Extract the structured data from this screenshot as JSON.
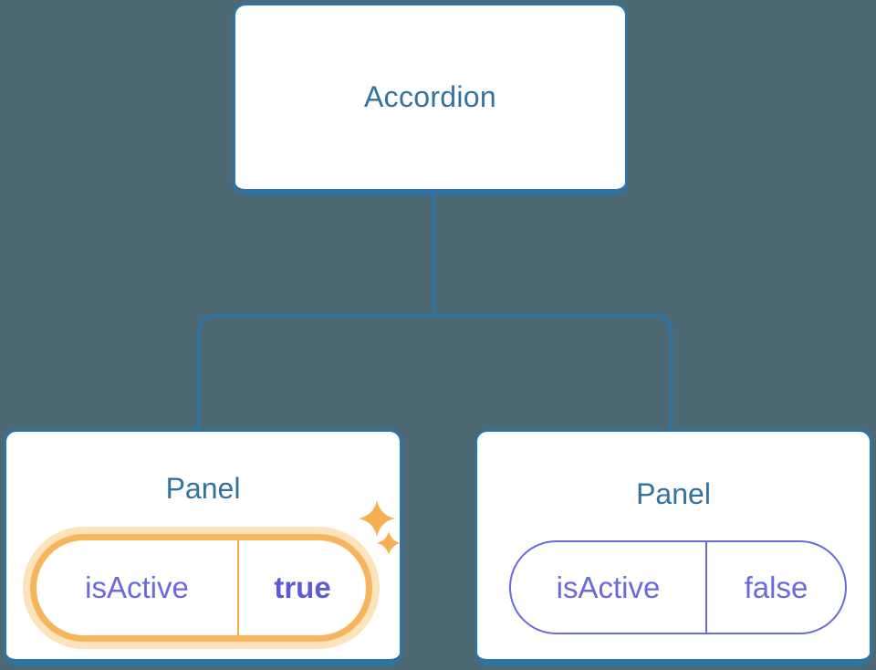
{
  "diagram": {
    "root": {
      "label": "Accordion"
    },
    "panels": [
      {
        "title": "Panel",
        "state_key": "isActive",
        "state_value": "true",
        "active": true
      },
      {
        "title": "Panel",
        "state_key": "isActive",
        "state_value": "false",
        "active": false
      }
    ],
    "icons": [
      {
        "name": "sparkles-icon",
        "meaning": "highlighted-active-state"
      }
    ],
    "colors": {
      "background": "#4c6873",
      "connector": "#2d74a4",
      "box_border": "#2d74a4",
      "node_label": "#33719f",
      "state_text": "#6a6ade",
      "state_value_active": "#5b5bd6",
      "highlight_ring": "#f6b45c",
      "highlight_divider": "#f3ab55",
      "highlight_glow": "#fbe3bb",
      "sparkle": "#f5b053"
    }
  }
}
